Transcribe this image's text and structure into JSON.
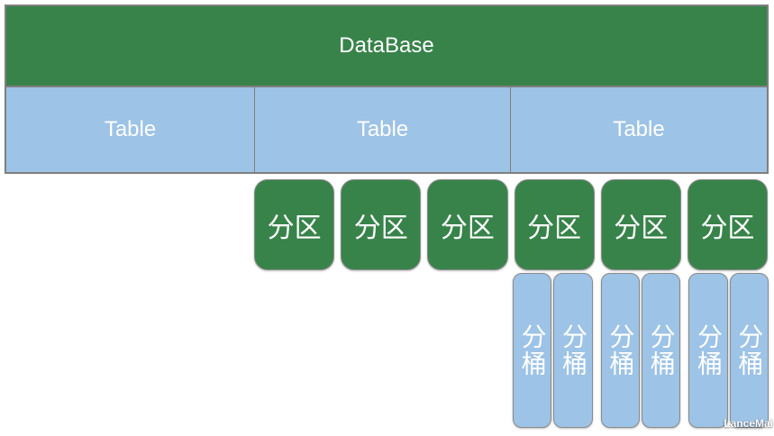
{
  "colors": {
    "green": "#38834A",
    "light_blue": "#9DC3E6",
    "border_gray": "#7F7F7F",
    "text_white": "#FFFFFF",
    "background": "#FFFFFF"
  },
  "database": {
    "label": "DataBase"
  },
  "tables": {
    "labels": [
      "Table",
      "Table",
      "Table"
    ]
  },
  "partitions": {
    "labels": [
      "分区",
      "分区",
      "分区",
      "分区",
      "分区",
      "分区"
    ]
  },
  "buckets": {
    "labels": [
      "分桶",
      "分桶",
      "分桶",
      "分桶",
      "分桶",
      "分桶"
    ]
  },
  "watermark": "LanceMai"
}
